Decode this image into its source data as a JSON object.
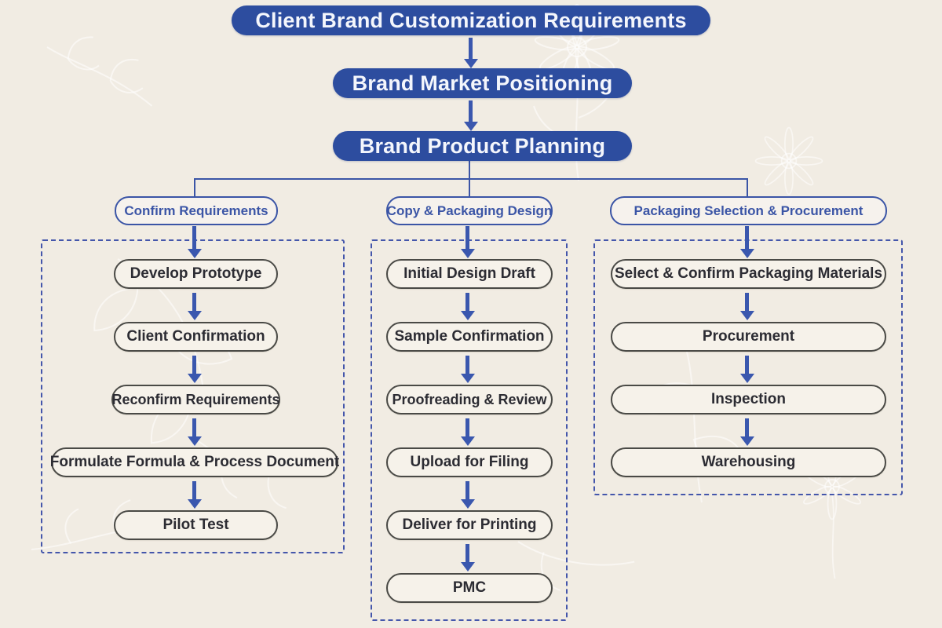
{
  "flow": {
    "top_nodes": [
      {
        "label": "Client Brand Customization Requirements"
      },
      {
        "label": "Brand Market Positioning"
      },
      {
        "label": "Brand Product Planning"
      }
    ],
    "branches": [
      {
        "header": "Confirm Requirements",
        "steps": [
          "Develop Prototype",
          "Client Confirmation",
          "Reconfirm Requirements",
          "Formulate Formula & Process Document",
          "Pilot Test"
        ]
      },
      {
        "header": "Copy & Packaging Design",
        "steps": [
          "Initial Design Draft",
          "Sample Confirmation",
          "Proofreading & Review",
          "Upload for Filing",
          "Deliver for Printing",
          "PMC"
        ]
      },
      {
        "header": "Packaging Selection & Procurement",
        "steps": [
          "Select & Confirm Packaging Materials",
          "Procurement",
          "Inspection",
          "Warehousing"
        ]
      }
    ]
  },
  "colors": {
    "node_fill_blue": "#2d4d9f",
    "accent_blue": "#3a57ae",
    "outline_blue": "#3b55a6",
    "dashed_border_blue": "#4456ab",
    "step_border_dark": "#4a4a46",
    "step_text": "#2c2c33",
    "background_cream": "#f1ece3"
  }
}
